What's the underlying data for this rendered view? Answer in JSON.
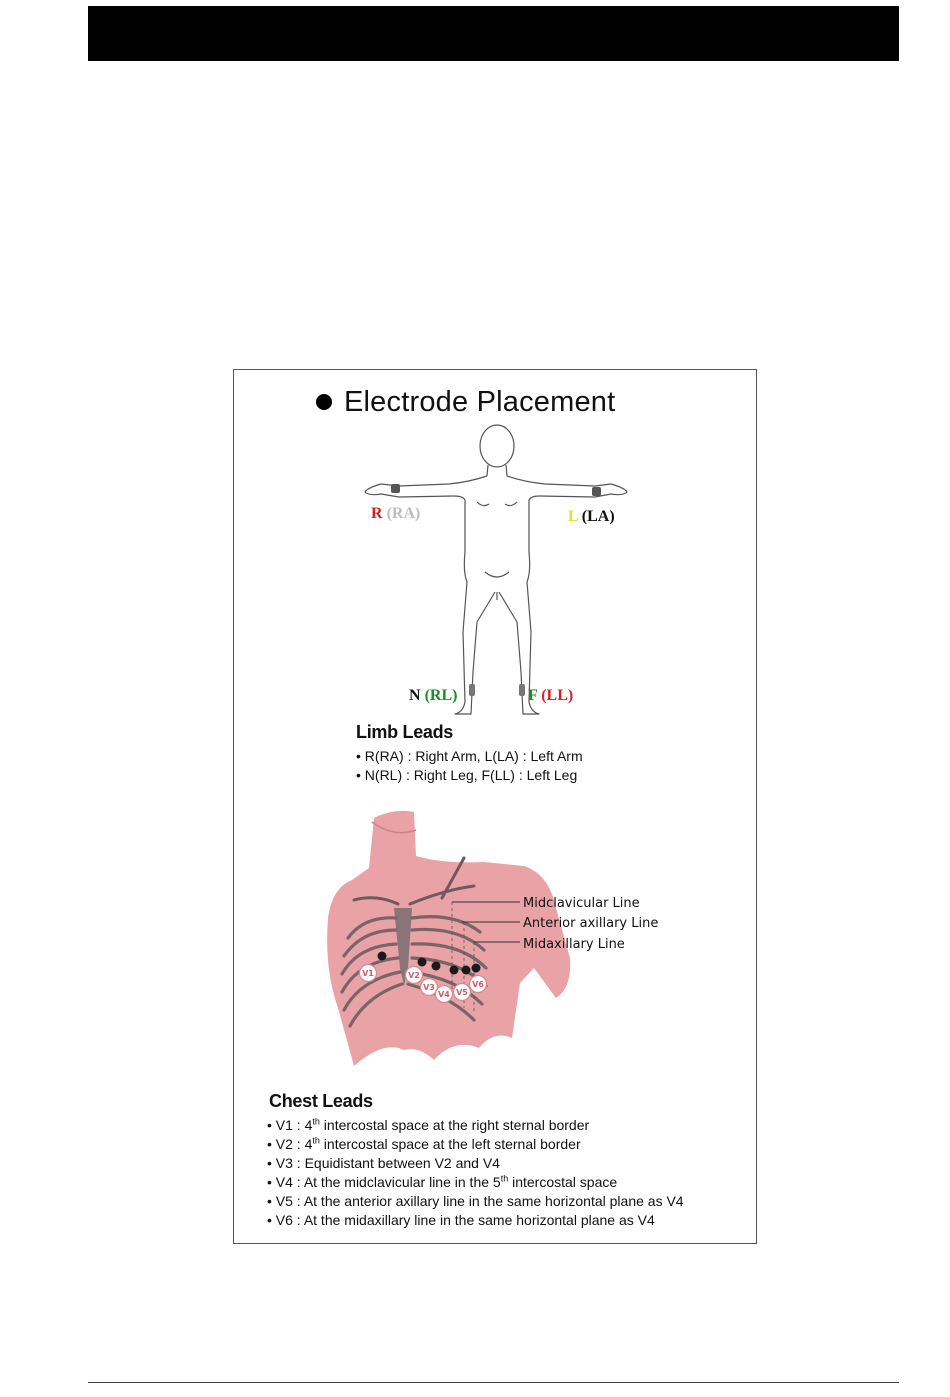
{
  "figure": {
    "title": "Electrode Placement",
    "limb_labels": {
      "r_code": "R",
      "r_paren": "(RA)",
      "l_code": "L",
      "l_paren": "(LA)",
      "n_code": "N",
      "n_paren": "(RL)",
      "f_code": "F",
      "f_paren": "(LL)"
    },
    "limb_leads": {
      "heading": "Limb Leads",
      "items": [
        "R(RA) : Right Arm, L(LA) : Left Arm",
        "N(RL) : Right Leg, F(LL) : Left Leg"
      ]
    },
    "chest_lines": [
      "Midclavicular Line",
      "Anterior axillary Line",
      "Midaxillary Line"
    ],
    "electrodes": [
      "V1",
      "V2",
      "V3",
      "V4",
      "V5",
      "V6"
    ],
    "chest_leads": {
      "heading": "Chest Leads",
      "v1_pre": "V1 : 4",
      "v1_sup": "th",
      "v1_post": " intercostal space at the right sternal border",
      "v2_pre": "V2 : 4",
      "v2_sup": "th",
      "v2_post": " intercostal space at the left sternal border",
      "v3": "V3 : Equidistant between V2 and V4",
      "v4_pre": "V4 : At the midclavicular line in the 5",
      "v4_sup": "th",
      "v4_post": " intercostal space",
      "v5": "V5 : At the anterior axillary line in the same horizontal plane as V4",
      "v6": "V6 : At the midaxillary line in the same horizontal plane as V4"
    },
    "colors": {
      "red": "#d42020",
      "light_gray": "#bdbdbd",
      "yellow": "#e6df2a",
      "green": "#1e8c2a",
      "skin_pink": "#e9a3a6",
      "bone": "#6e5a5e"
    }
  }
}
